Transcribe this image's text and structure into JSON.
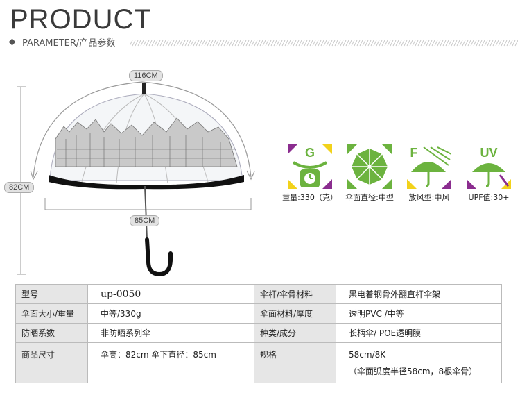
{
  "header": {
    "title": "PRODUCT",
    "subtitle": "PARAMETER/产品参数"
  },
  "dimensions": {
    "width_label": "116CM",
    "height_label": "82CM",
    "diameter_label": "85CM"
  },
  "features": [
    {
      "icon": "weight-scale-icon",
      "letter": "G",
      "label": "重量:330（克）"
    },
    {
      "icon": "canopy-diameter-icon",
      "letter": "",
      "label": "伞面直径:中型"
    },
    {
      "icon": "wind-resistance-icon",
      "letter": "F",
      "label": "放风型:中风"
    },
    {
      "icon": "uv-protection-icon",
      "letter": "UV",
      "label": "UPF值:30+"
    }
  ],
  "colors": {
    "accent_green": "#6cb33f",
    "accent_purple": "#8b2d8f",
    "accent_yellow": "#f2d21b"
  },
  "spec": {
    "rows": [
      {
        "k1": "型号",
        "v1": "up-0050",
        "k2": "伞杆/伞骨材料",
        "v2": "黑电着钢骨外翻直杆伞架"
      },
      {
        "k1": "伞面大小/重量",
        "v1": "中等/330g",
        "k2": "伞面材料/厚度",
        "v2": "透明PVC /中等"
      },
      {
        "k1": "防晒系数",
        "v1": "非防晒系列伞",
        "k2": "种类/成分",
        "v2": "长柄伞/ POE透明膜"
      },
      {
        "k1": "商品尺寸",
        "v1": "伞高：82cm 伞下直径：85cm",
        "k2": "规格",
        "v2": "58cm/8K",
        "v2b": "（伞面弧度半径58cm，8根伞骨）"
      }
    ]
  }
}
